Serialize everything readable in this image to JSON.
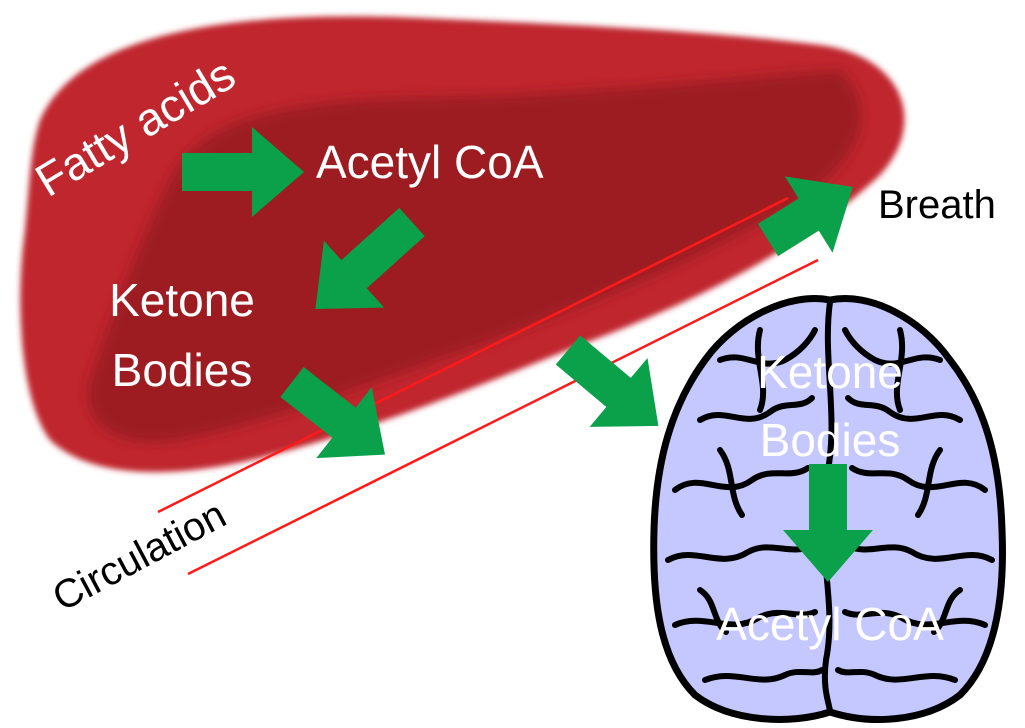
{
  "colors": {
    "liver_outer": "#c0262e",
    "liver_inner": "#9c1b22",
    "brain_fill": "#c5c8ff",
    "brain_outline": "#000000",
    "arrow_green": "#0aa14a",
    "circulation_line": "#ff1a1a",
    "label_on_organ": "#ffffff",
    "label_outside": "#000000"
  },
  "labels": {
    "fatty_acids": "Fatty acids",
    "liver_acetyl_coa": "Acetyl CoA",
    "liver_ketone": "Ketone",
    "liver_bodies": "Bodies",
    "breath": "Breath",
    "circulation": "Circulation",
    "brain_ketone": "Ketone",
    "brain_bodies": "Bodies",
    "brain_acetyl_coa": "Acetyl CoA"
  },
  "icons": {
    "liver": "liver-organ-icon",
    "brain": "brain-organ-icon",
    "arrow": "green-block-arrow"
  }
}
